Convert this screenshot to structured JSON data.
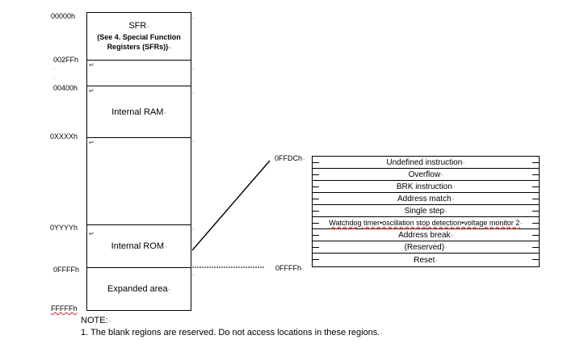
{
  "memory_map": {
    "addresses": {
      "a0": "00000h",
      "a1": "002FFh",
      "a2": "00400h",
      "a3": "0XXXXh",
      "a4": "0YYYYh",
      "a5": "0FFFFh",
      "a6": "FFFFFh"
    },
    "regions": {
      "sfr_title": "SFR",
      "sfr_note": "(See 4. Special Function Registers (SFRs))",
      "ram": "Internal RAM",
      "rom": "Internal ROM",
      "expanded": "Expanded area"
    }
  },
  "vector_table": {
    "start_address": "0FFDCh",
    "end_address": "0FFFFh",
    "entries": [
      "Undefined instruction",
      "Overflow",
      "BRK instruction",
      "Address match",
      "Single step",
      "Watchdog timer•oscillation stop detection•voltage monitor 2",
      "Address break",
      "(Reserved)",
      "Reset"
    ]
  },
  "note": {
    "title": "NOTE:",
    "text": "1. The blank regions are reserved. Do not access locations in these regions."
  }
}
